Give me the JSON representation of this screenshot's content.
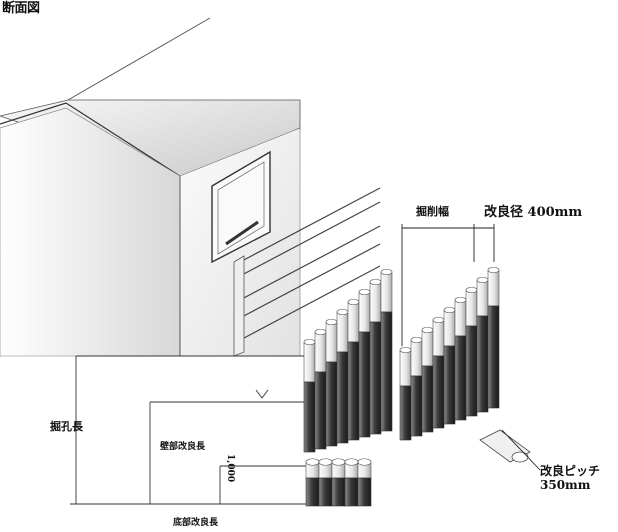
{
  "diagram": {
    "title": "断面図",
    "labels": {
      "boring_width": "掘削幅",
      "improvement_diameter": "改良径 400mm",
      "drilling_length": "掘孔長",
      "wall_improvement_length": "壁部改良長",
      "bottom_improvement_length": "底部改良長",
      "dimension_1000": "1,000",
      "improvement_pitch_line1": "改良ピッチ",
      "improvement_pitch_line2": "350mm"
    }
  }
}
